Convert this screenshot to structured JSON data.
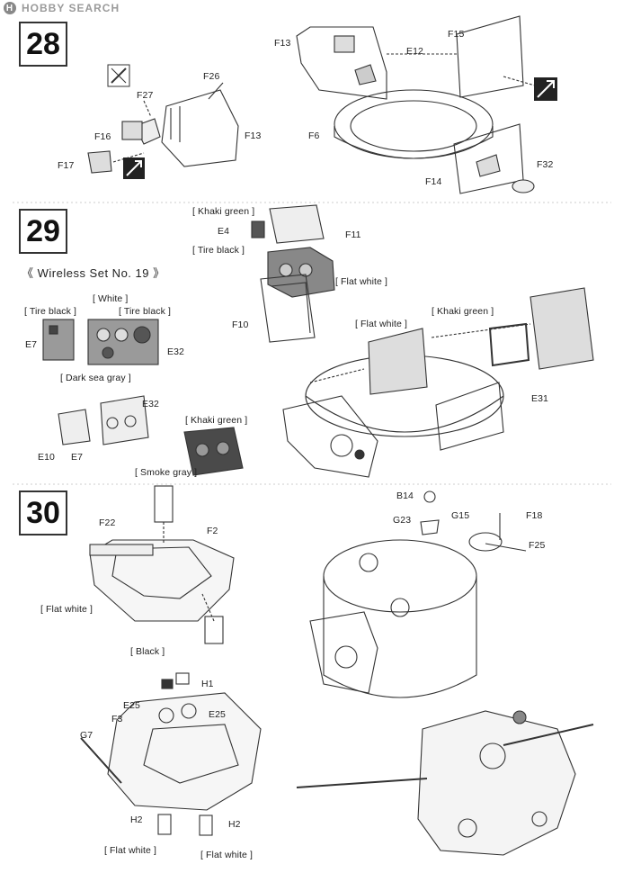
{
  "header": {
    "logo_text": "H",
    "site_name": "HOBBY SEARCH"
  },
  "steps": [
    {
      "number": "28"
    },
    {
      "number": "29"
    },
    {
      "number": "30"
    }
  ],
  "section29": {
    "subtitle": "《 Wireless Set No. 19 》"
  },
  "labels": {
    "s28": {
      "F13a": "F13",
      "E12": "E12",
      "F15": "F15",
      "F26": "F26",
      "F27": "F27",
      "F16": "F16",
      "F13b": "F13",
      "F6": "F6",
      "F17": "F17",
      "F32": "F32",
      "F14": "F14"
    },
    "s29": {
      "khaki1": "[ Khaki green ]",
      "E4": "E4",
      "tire1": "[ Tire black ]",
      "F11": "F11",
      "flatwhite1": "[ Flat white ]",
      "F10": "F10",
      "white": "[ White ]",
      "tire2": "[ Tire black ]",
      "tire3": "[ Tire black ]",
      "E7a": "E7",
      "E32a": "E32",
      "flatwhite2": "[ Flat white ]",
      "khaki2": "[ Khaki green ]",
      "darksea": "[ Dark sea gray ]",
      "E31": "E31",
      "E32b": "E32",
      "khaki3": "[ Khaki green ]",
      "E10": "E10",
      "E7b": "E7",
      "smoke": "[ Smoke gray ]"
    },
    "s30": {
      "F22": "F22",
      "F2": "F2",
      "flatwhite1": "[ Flat white ]",
      "B14": "B14",
      "G23": "G23",
      "G15": "G15",
      "F18": "F18",
      "F25": "F25",
      "black": "[ Black ]",
      "H1": "H1",
      "E25a": "E25",
      "E25b": "E25",
      "F3": "F3",
      "G7": "G7",
      "H2a": "H2",
      "H2b": "H2",
      "flatwhite2": "[ Flat white ]",
      "flatwhite3": "[ Flat white ]"
    }
  },
  "colors": {
    "khaki": "#6b6b5e",
    "dark_sea_gray": "#8a8a8a",
    "smoke_gray": "#3a3a3a"
  },
  "icons": [
    "cement-tool-icon",
    "pinch-arrow-icon"
  ]
}
